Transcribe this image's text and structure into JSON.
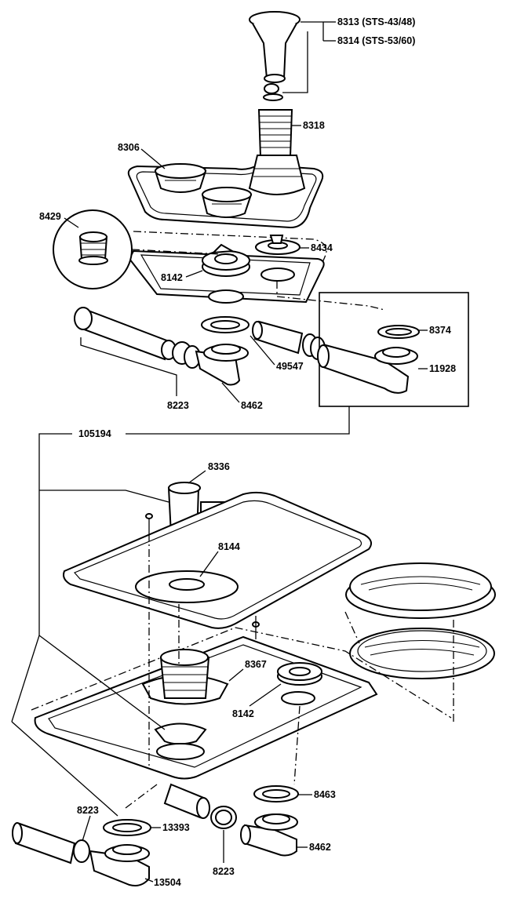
{
  "labels": {
    "p8313": "8313 (STS-43/48)",
    "p8314": "8314 (STS-53/60)",
    "p8318": "8318",
    "p8306": "8306",
    "p8429": "8429",
    "p8434": "8434",
    "p8142a": "8142",
    "p8374": "8374",
    "p49547": "49547",
    "p11928": "11928",
    "p8223a": "8223",
    "p8462a": "8462",
    "p105194": "105194",
    "p8336": "8336",
    "p8144": "8144",
    "p8367": "8367",
    "p8142b": "8142",
    "p8463": "8463",
    "p8223b": "8223",
    "p13393": "13393",
    "p8462b": "8462",
    "p13504": "13504",
    "p8223c": "8223"
  }
}
